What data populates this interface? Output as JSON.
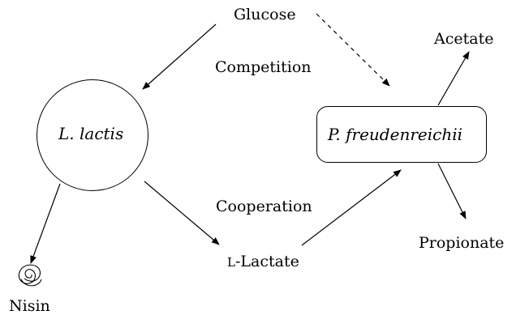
{
  "nodes": {
    "lactis": {
      "label": "L. lactis"
    },
    "freudenreichii": {
      "label": "P. freudenreichii"
    },
    "glucose": {
      "label": "Glucose"
    },
    "lactate": {
      "prefix": "L",
      "label": "-Lactate"
    },
    "acetate": {
      "label": "Acetate"
    },
    "propionate": {
      "label": "Propionate"
    },
    "nisin": {
      "label": "Nisin"
    }
  },
  "relations": {
    "competition": "Competition",
    "cooperation": "Cooperation"
  },
  "icons": {
    "nisin": "spiral-icon"
  },
  "colors": {
    "line": "#000000",
    "background": "#ffffff"
  }
}
